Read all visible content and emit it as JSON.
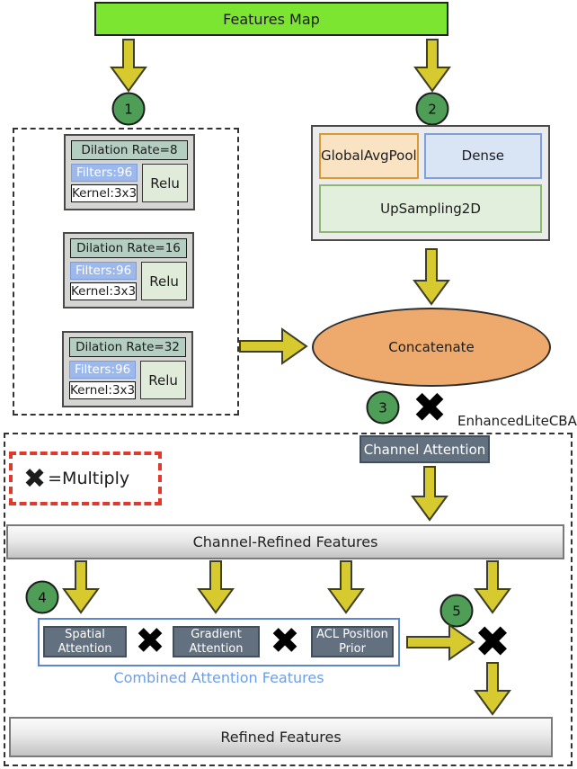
{
  "diagram": {
    "title_block": {
      "label": "Features Map"
    },
    "steps": {
      "s1": "1",
      "s2": "2",
      "s3": "3",
      "s4": "4",
      "s5": "5"
    },
    "dilation_blocks": [
      {
        "header": "Dilation Rate=8",
        "filters": "Filters:96",
        "kernel": "Kernel:3x3",
        "activation": "Relu"
      },
      {
        "header": "Dilation Rate=16",
        "filters": "Filters:96",
        "kernel": "Kernel:3x3",
        "activation": "Relu"
      },
      {
        "header": "Dilation Rate=32",
        "filters": "Filters:96",
        "kernel": "Kernel:3x3",
        "activation": "Relu"
      }
    ],
    "pool_branch": {
      "global_avg_pool": "GlobalAvgPool",
      "dense": "Dense",
      "upsampling": "UpSampling2D"
    },
    "concatenate": "Concatenate",
    "cbam_label": "EnhancedLiteCBAM",
    "multiply_symbol": "✖",
    "legend": {
      "symbol": "✖",
      "text": "=Multiply"
    },
    "channel_attention": "Channel Attention",
    "channel_refined_features": "Channel-Refined Features",
    "attention_row": {
      "spatial": "Spatial Attention",
      "gradient": "Gradient Attention",
      "acl": "ACL Position Prior"
    },
    "combined_caption": "Combined Attention Features",
    "refined_features": "Refined Features",
    "colors": {
      "features_map_green": "#7ce531",
      "arrow_yellow": "#d6ca2f",
      "step_circle_green": "#4f9e58",
      "concatenate_orange": "#eeaa6c",
      "attention_slate": "#637080",
      "legend_red": "#e0392e",
      "caption_blue": "#6d9eeb",
      "filters_blue": "#9db9ec",
      "dilation_header_teal": "#b4cfc2",
      "relu_green": "#e1ebda",
      "globalavgpool_peach": "#fae3c3",
      "dense_blue": "#d9e5f5",
      "upsampling_green": "#e3efdd"
    }
  }
}
